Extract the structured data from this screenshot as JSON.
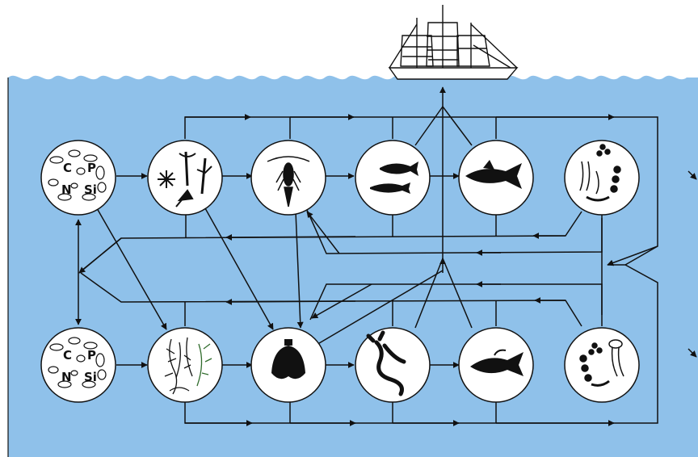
{
  "colors": {
    "water": "#8fc1ea",
    "ink": "#111111",
    "circle_fill": "#ffffff",
    "sky": "#ffffff"
  },
  "nutrient_pool_labels": [
    "C",
    "P",
    "N",
    "Si"
  ],
  "top_chain": [
    {
      "id": "nutrients",
      "icon": "nutrient-pool-icon"
    },
    {
      "id": "phytoplankton",
      "icon": "phytoplankton-icon"
    },
    {
      "id": "zooplankton",
      "icon": "copepod-icon"
    },
    {
      "id": "small-fish",
      "icon": "small-fish-icon"
    },
    {
      "id": "large-fish",
      "icon": "large-fish-icon"
    },
    {
      "id": "decomposers",
      "icon": "microorganisms-icon"
    }
  ],
  "bottom_chain": [
    {
      "id": "nutrients",
      "icon": "nutrient-pool-icon"
    },
    {
      "id": "seaweed",
      "icon": "seaweed-icon"
    },
    {
      "id": "clam",
      "icon": "clam-icon"
    },
    {
      "id": "worm",
      "icon": "worm-icon"
    },
    {
      "id": "bottom-fish",
      "icon": "bottom-fish-icon"
    },
    {
      "id": "decomposers",
      "icon": "microorganisms-icon"
    }
  ],
  "surface_icon": "sailing-ship-icon"
}
